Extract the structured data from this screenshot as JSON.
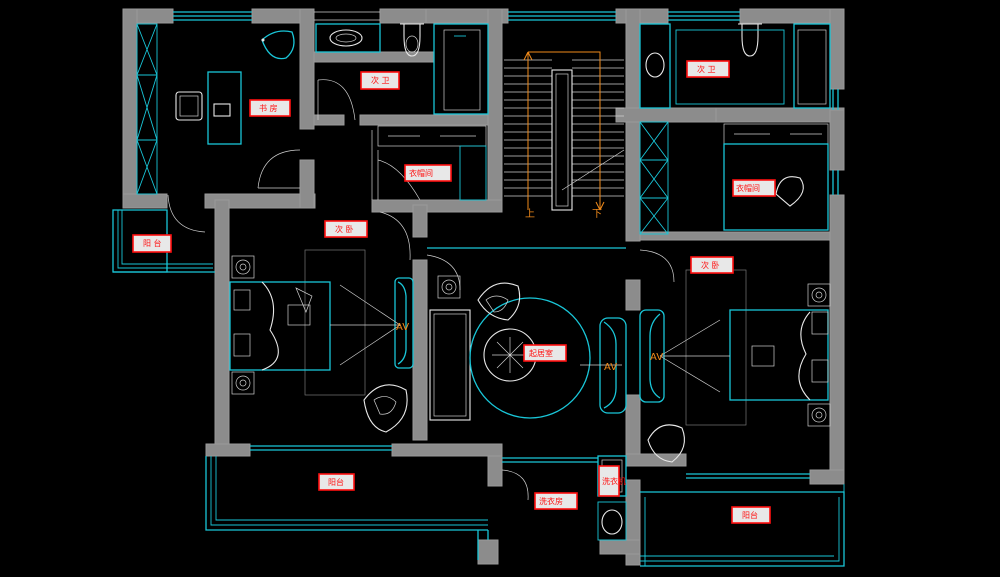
{
  "rooms": {
    "study": "书 房",
    "bath_1": "次 卫",
    "bath_2": "次 卫",
    "closet_1": "衣帽间",
    "closet_2": "衣帽间",
    "balcony_left": "阳 台",
    "bedroom_left": "次 卧",
    "bedroom_right": "次 卧",
    "living": "起居室",
    "balcony_bottom": "阳台",
    "laundry": "洗衣房",
    "washer": "洗衣机",
    "balcony_right": "阳台"
  },
  "stairs": {
    "up": "上",
    "down": "下"
  },
  "colors": {
    "background": "#000000",
    "wall": "#8c8c8c",
    "furniture": "#19c6d8",
    "lines": "#e8e8e8",
    "label_border": "#ff1010",
    "stair_arrow": "#f08a1a"
  }
}
